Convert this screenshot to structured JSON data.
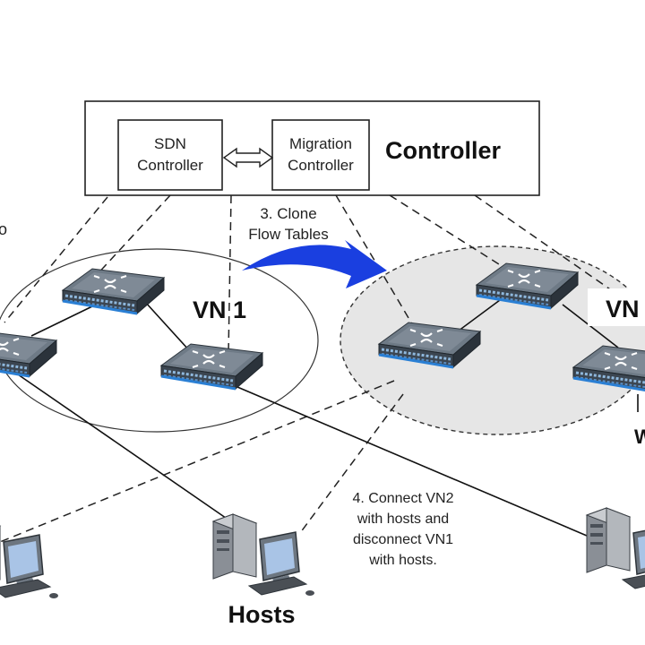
{
  "controller": {
    "title": "Controller",
    "sdn_line1": "SDN",
    "sdn_line2": "Controller",
    "migration_line1": "Migration",
    "migration_line2": "Controller"
  },
  "networks": {
    "vn1_label": "VN 1",
    "vn2_label_partial": "VN",
    "cut_left_text": "o",
    "cut_right_text": "W"
  },
  "steps": {
    "clone_line1": "3. Clone",
    "clone_line2": "Flow Tables",
    "connect_line1": "4. Connect VN2",
    "connect_line2": "with hosts and",
    "connect_line3": "disconnect VN1",
    "connect_line4": "with hosts."
  },
  "hosts": {
    "label": "Hosts"
  },
  "colors": {
    "arrow_blue": "#1a3fe0",
    "switch_top": "#6e7a86",
    "switch_front": "#3b4550",
    "switch_trim": "#2a7fd4",
    "vn2_fill": "#e6e6e6"
  },
  "icons": [
    "network-switch-icon",
    "desktop-computer-icon",
    "double-arrow-icon",
    "curved-arrow-icon"
  ]
}
